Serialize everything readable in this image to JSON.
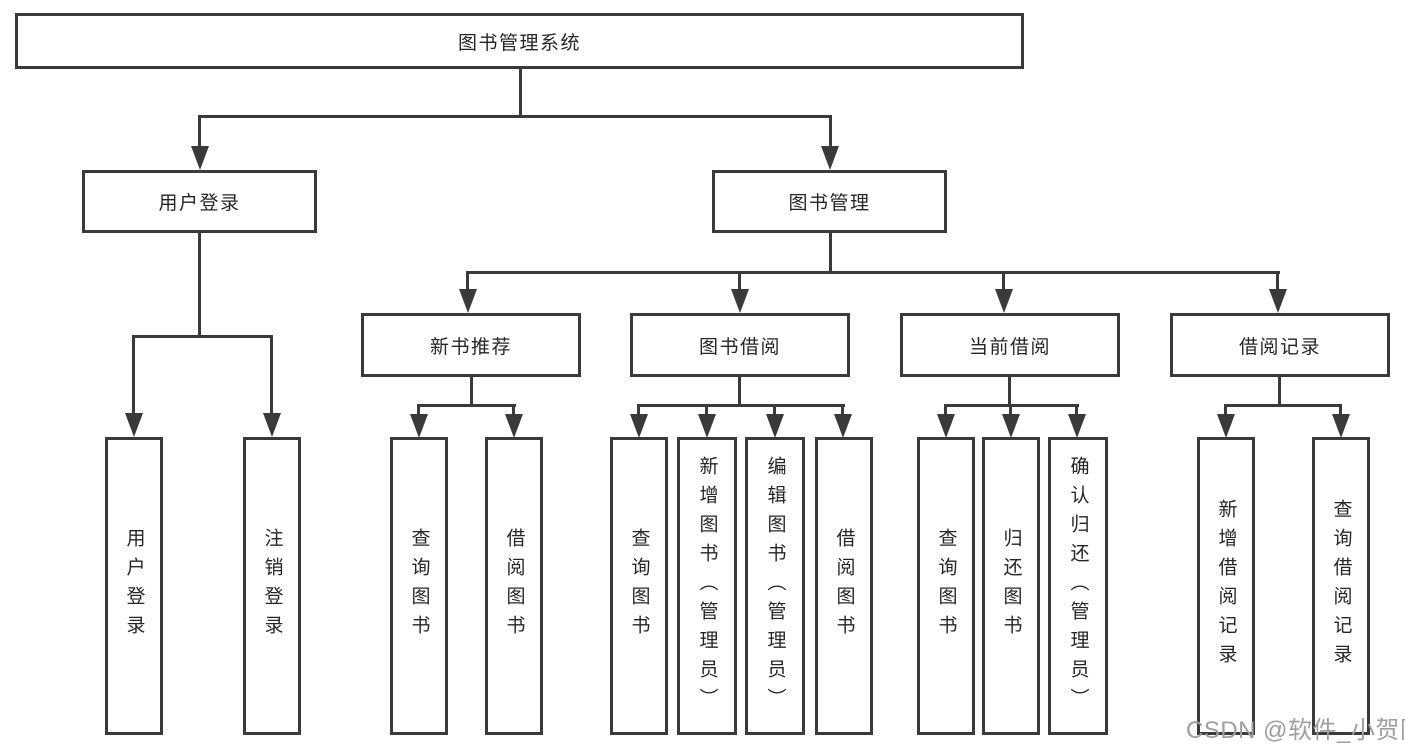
{
  "title": "图书管理系统",
  "colors": {
    "line": "#3a3a3a",
    "text": "#262626",
    "watermark": "#9f9f9f",
    "background": "#ffffff"
  },
  "watermark": {
    "text": "CSDN @软件_小贺同学"
  },
  "tree": {
    "label": "图书管理系统",
    "children": [
      {
        "label": "用户登录",
        "children": [
          {
            "label": "用户登录"
          },
          {
            "label": "注销登录"
          }
        ]
      },
      {
        "label": "图书管理",
        "children": [
          {
            "label": "新书推荐",
            "children": [
              {
                "label": "查询图书"
              },
              {
                "label": "借阅图书"
              }
            ]
          },
          {
            "label": "图书借阅",
            "children": [
              {
                "label": "查询图书"
              },
              {
                "label": "新增图书（管理员）"
              },
              {
                "label": "编辑图书（管理员）"
              },
              {
                "label": "借阅图书"
              }
            ]
          },
          {
            "label": "当前借阅",
            "children": [
              {
                "label": "查询图书"
              },
              {
                "label": "归还图书"
              },
              {
                "label": "确认归还（管理员）"
              }
            ]
          },
          {
            "label": "借阅记录",
            "children": [
              {
                "label": "新增借阅记录"
              },
              {
                "label": "查询借阅记录"
              }
            ]
          }
        ]
      }
    ]
  }
}
